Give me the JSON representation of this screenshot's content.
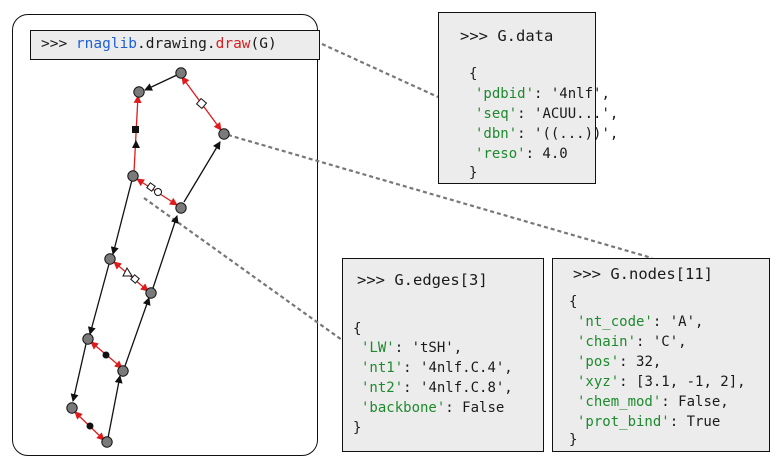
{
  "draw_command": {
    "prompt": ">>> ",
    "module": "rnaglib",
    "dot1": ".",
    "sub": "drawing",
    "dot2": ".",
    "fn": "draw",
    "args": "(G)"
  },
  "graph_data": {
    "header": ">>> G.data",
    "open": "{",
    "entries": [
      {
        "key": "'pdbid'",
        "value": ": '4nlf',"
      },
      {
        "key": "'seq'",
        "value": ": 'ACUU...',"
      },
      {
        "key": "'dbn'",
        "value": ": '((...))',"
      },
      {
        "key": "'reso'",
        "value": ": 4.0"
      }
    ],
    "close": "}"
  },
  "edge_data": {
    "header": ">>> G.edges[3]",
    "open": "{",
    "entries": [
      {
        "key": "'LW'",
        "value": ": 'tSH',"
      },
      {
        "key": "'nt1'",
        "value": ": '4nlf.C.4',"
      },
      {
        "key": "'nt2'",
        "value": ": '4nlf.C.8',"
      },
      {
        "key": "'backbone'",
        "value": ": False"
      }
    ],
    "close": "}"
  },
  "node_data": {
    "header": ">>> G.nodes[11]",
    "open": "{",
    "entries": [
      {
        "key": "'nt_code'",
        "value": ": 'A',"
      },
      {
        "key": "'chain'",
        "value": ": 'C',"
      },
      {
        "key": "'pos'",
        "value": ": 32,"
      },
      {
        "key": "'xyz'",
        "value": ": [3.1, -1, 2],"
      },
      {
        "key": "'chem_mod'",
        "value": ": False,"
      },
      {
        "key": "'prot_bind'",
        "value": ": True"
      }
    ],
    "close": "}"
  },
  "colors": {
    "backbone_edge": "#111111",
    "pairing_edge": "#e01b1b",
    "node_fill": "#7a7a7a",
    "connector": "#777777",
    "key": "#1e8a2e",
    "module": "#1f5fd6",
    "function": "#d42020"
  }
}
